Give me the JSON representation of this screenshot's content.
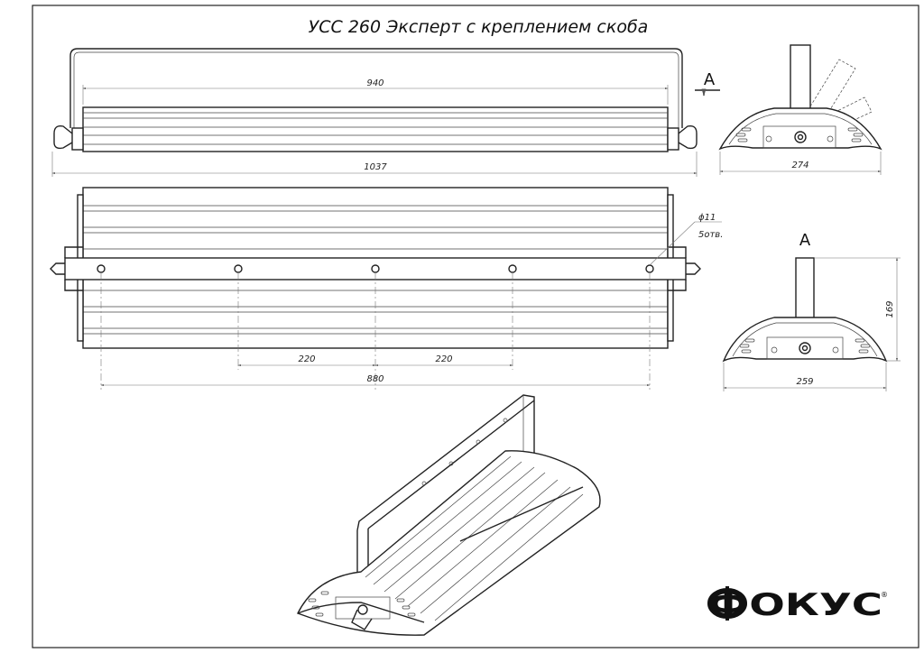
{
  "drawing": {
    "title": "УСС 260 Эксперт с креплением скоба",
    "front_view": {
      "dim_housing_length": "940",
      "dim_total_length": "1037"
    },
    "side_view": {
      "view_label": "A",
      "dim_width": "274"
    },
    "bottom_view": {
      "dim_hole_diameter": "ϕ11",
      "dim_hole_count": "5отв.",
      "dim_spacing_left": "220",
      "dim_spacing_right": "220",
      "dim_hole_span": "880"
    },
    "view_a": {
      "view_label": "A",
      "dim_height": "169",
      "dim_width": "259"
    },
    "logo": {
      "text": "ФОКУС",
      "registered_mark": "®"
    }
  }
}
